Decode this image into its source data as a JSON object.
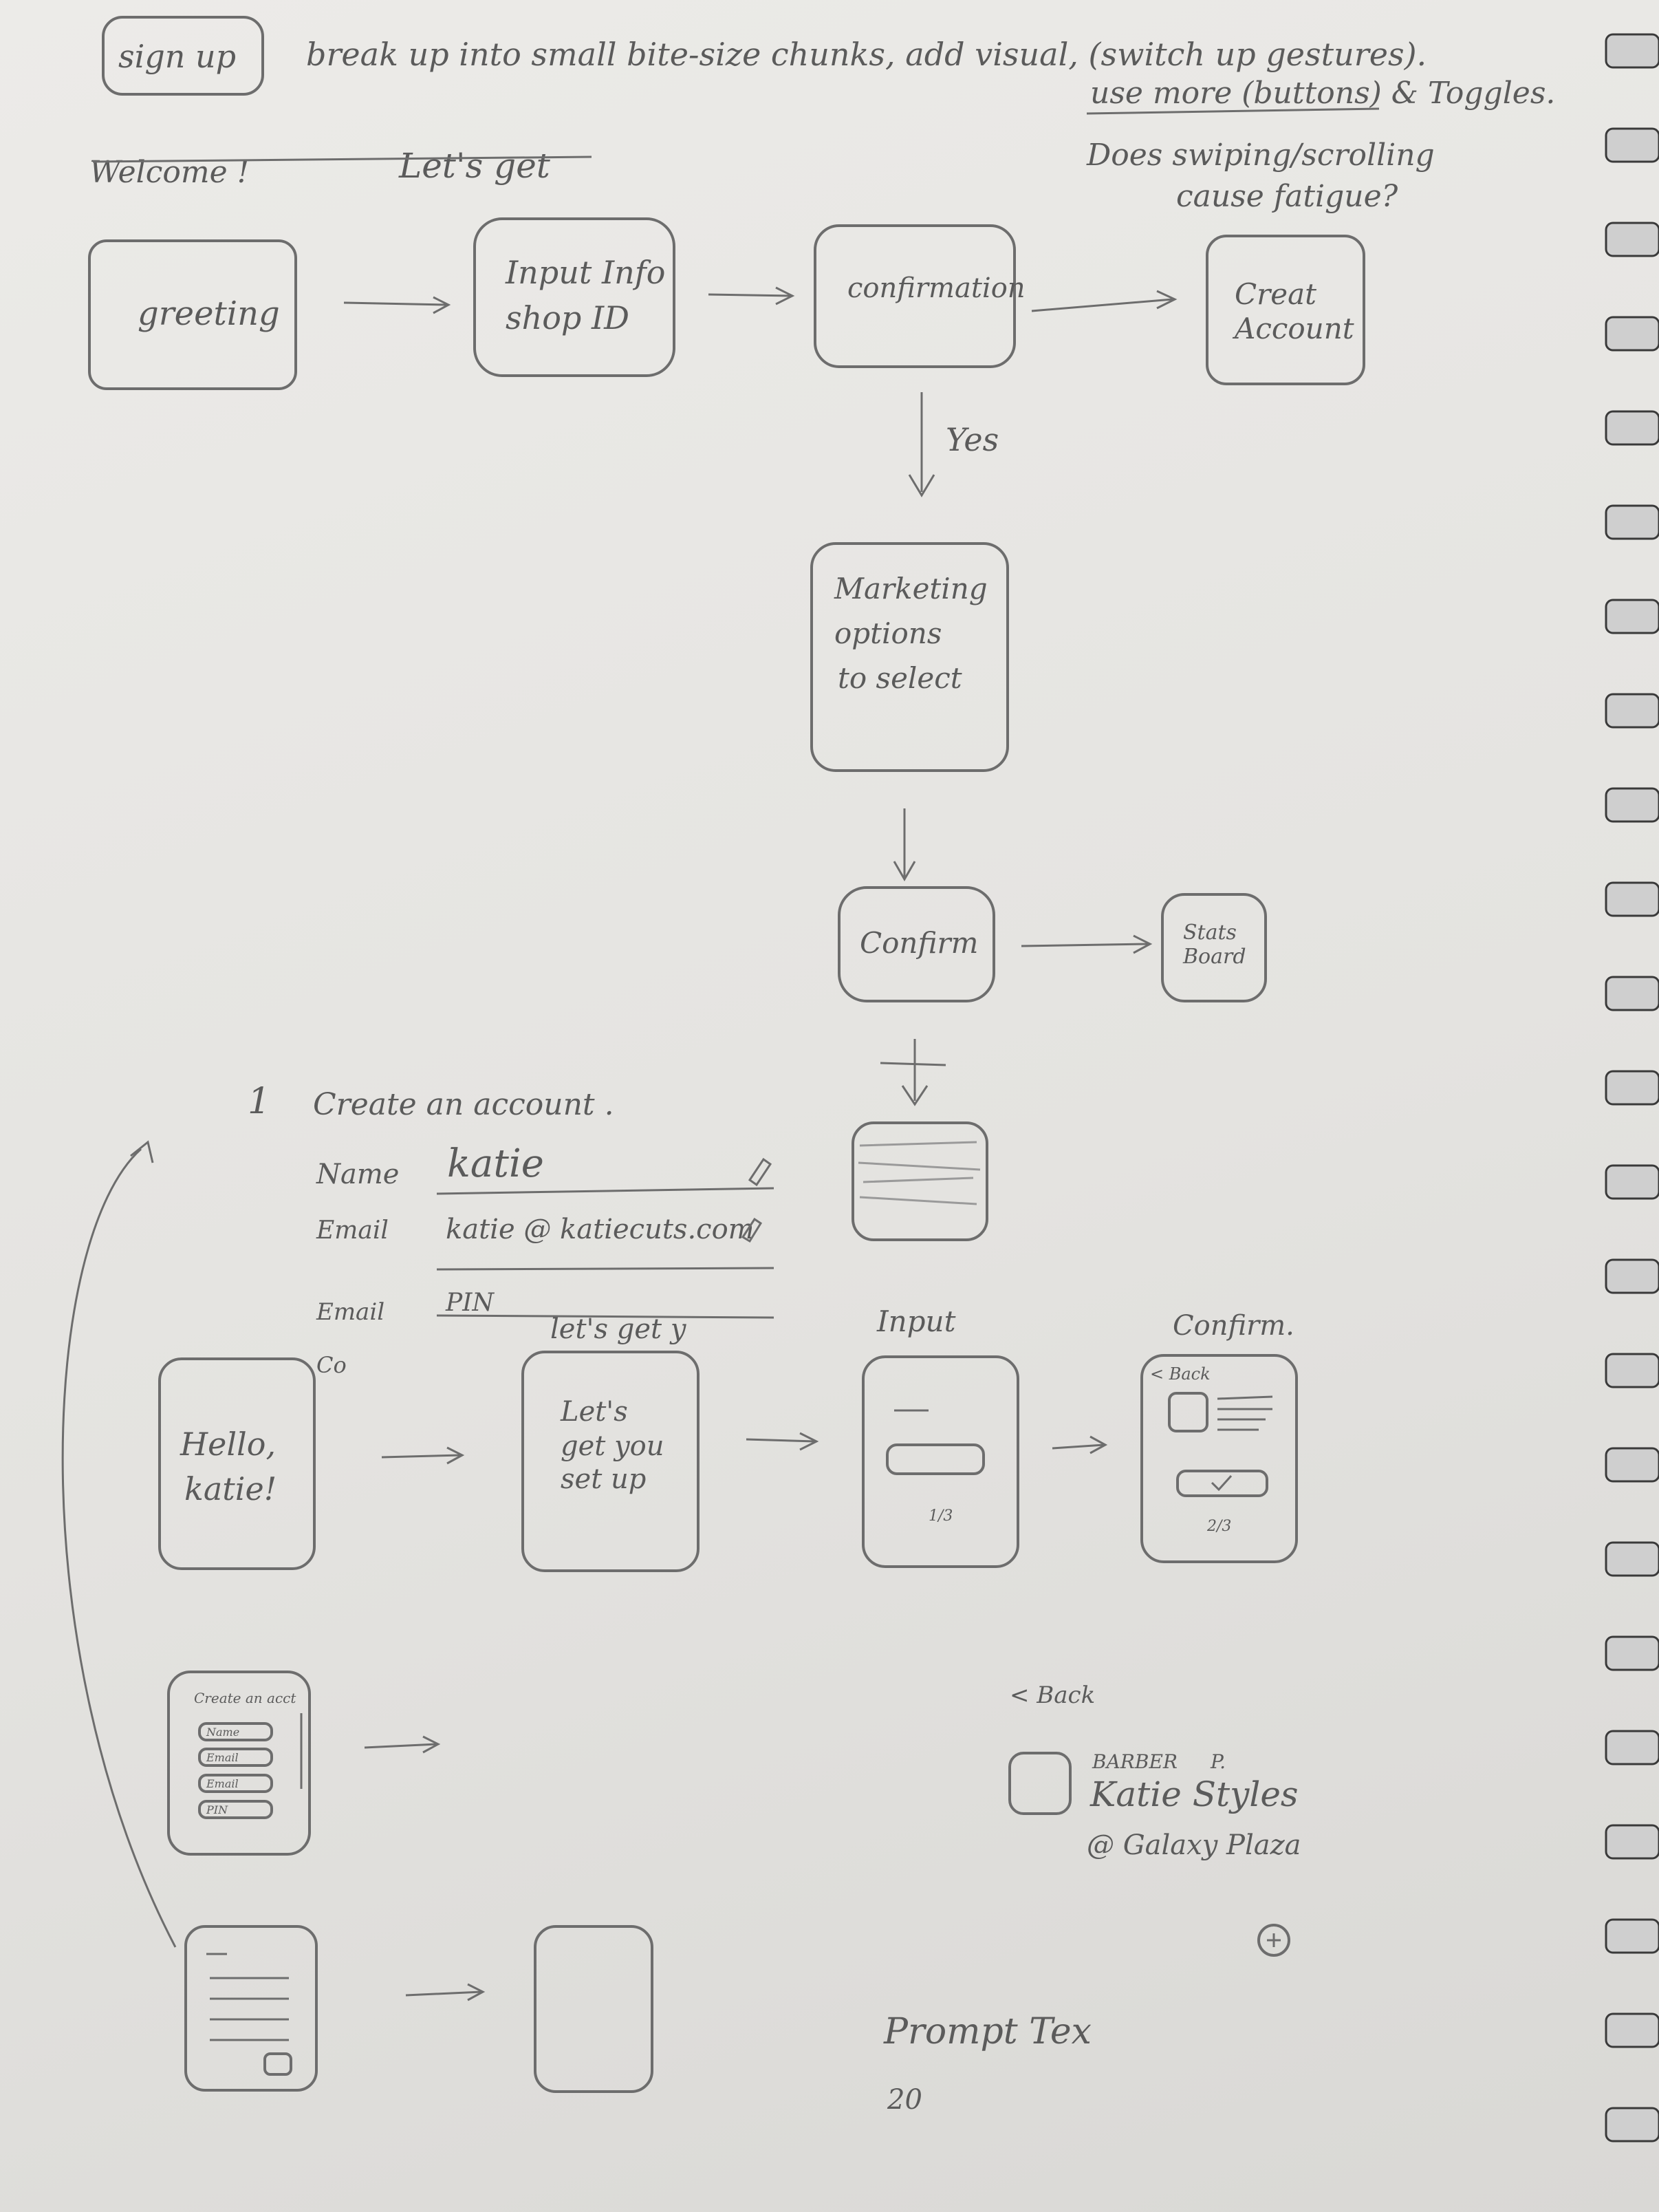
{
  "header": {
    "tag": "sign up",
    "note": "break up into small bite-size chunks, add visual, (switch up gestures).",
    "note_line2": "use more (buttons) & Toggles.",
    "question1": "Does swiping/scrolling",
    "question2": "cause fatigue?",
    "struck1": "Welcome !",
    "struck2": "Let's get"
  },
  "flow_top": {
    "greeting": "greeting",
    "input_line1": "Input Info",
    "input_line2": "shop ID",
    "confirmation": "confirmation",
    "create_line1": "Creat",
    "create_line2": "Account",
    "yes_label": "Yes",
    "marketing_line1": "Marketing",
    "marketing_line2": "options",
    "marketing_line3": "to select",
    "confirm": "Confirm",
    "stats_line1": "Stats",
    "stats_line2": "Board"
  },
  "form": {
    "number": "1",
    "title": "Create an account .",
    "name_label": "Name",
    "name_value": "katie",
    "email_label": "Email",
    "email_value": "katie @ katiecuts.com",
    "pin_label": "Email",
    "pin_value": "PIN",
    "lets_get_label": "let's get y",
    "input_header": "Input",
    "confirm_header": "Confirm.",
    "co_label": "Co"
  },
  "screens": {
    "hello_line1": "Hello,",
    "hello_line2": "katie!",
    "lets_line1": "Let's",
    "lets_line2": "get you",
    "lets_line3": "set up",
    "input_page": "1/3",
    "confirm_back": "< Back",
    "confirm_page": "2/3"
  },
  "mini_form": {
    "heading": "Create an acct",
    "field1": "Name",
    "field2": "Email",
    "field3": "Email",
    "field4": "PIN"
  },
  "profile": {
    "back": "< Back",
    "role": "BARBER",
    "role_initial": "P.",
    "shop_name": "Katie Styles",
    "location": "@ Galaxy Plaza"
  },
  "footer": {
    "prompt": "Prompt Tex",
    "page_number": "20"
  }
}
